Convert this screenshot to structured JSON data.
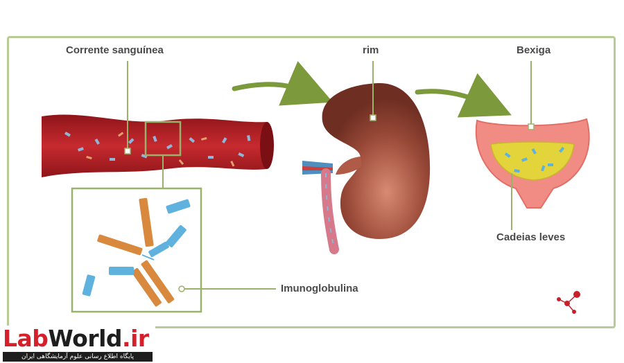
{
  "labels": {
    "bloodstream": "Corrente sanguínea",
    "kidney": "rim",
    "bladder": "Bexiga",
    "light_chains": "Cadeias leves",
    "immunoglobulin": "Imunoglobulina"
  },
  "logo": {
    "part1": "Lab",
    "part2": "World",
    "part3": ".ir",
    "tagline": "پایگاه اطلاع رسانی علوم آزمایشگاهی ایران"
  },
  "colors": {
    "frame": "#b7cc94",
    "arrow": "#7c9a3c",
    "vessel": "#b5212a",
    "kidney": "#8b3f30",
    "bladder": "#f08c84",
    "urine": "#e3d43c",
    "light_chain": "#5fb2dd",
    "heavy_chain": "#d8893e"
  }
}
